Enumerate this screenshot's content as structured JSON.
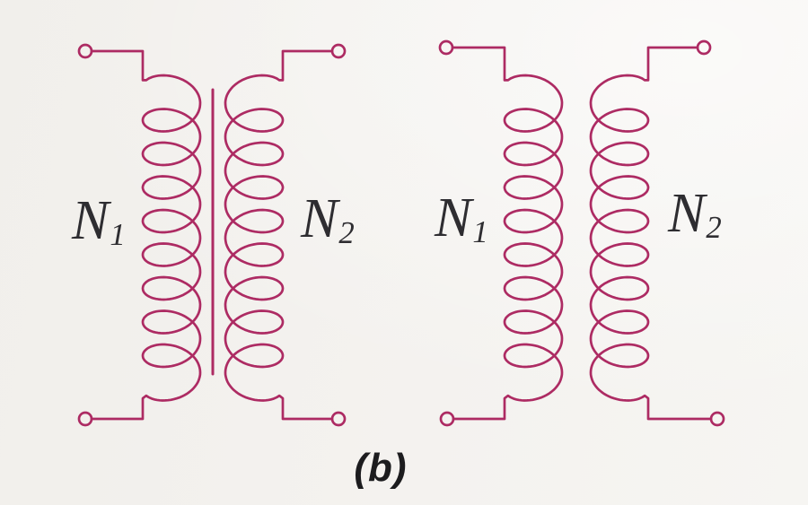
{
  "figure": {
    "caption": "(b)",
    "colors": {
      "stroke": "#ad2b63",
      "label": "#2e2d31",
      "caption": "#1c1c1e",
      "background": "#f3f1ed"
    },
    "transformers": [
      {
        "name": "transformer-with-core",
        "has_core": true,
        "primary_label": {
          "main": "N",
          "sub": "1"
        },
        "secondary_label": {
          "main": "N",
          "sub": "2"
        }
      },
      {
        "name": "transformer-without-core",
        "has_core": false,
        "primary_label": {
          "main": "N",
          "sub": "1"
        },
        "secondary_label": {
          "main": "N",
          "sub": "2"
        }
      }
    ]
  }
}
